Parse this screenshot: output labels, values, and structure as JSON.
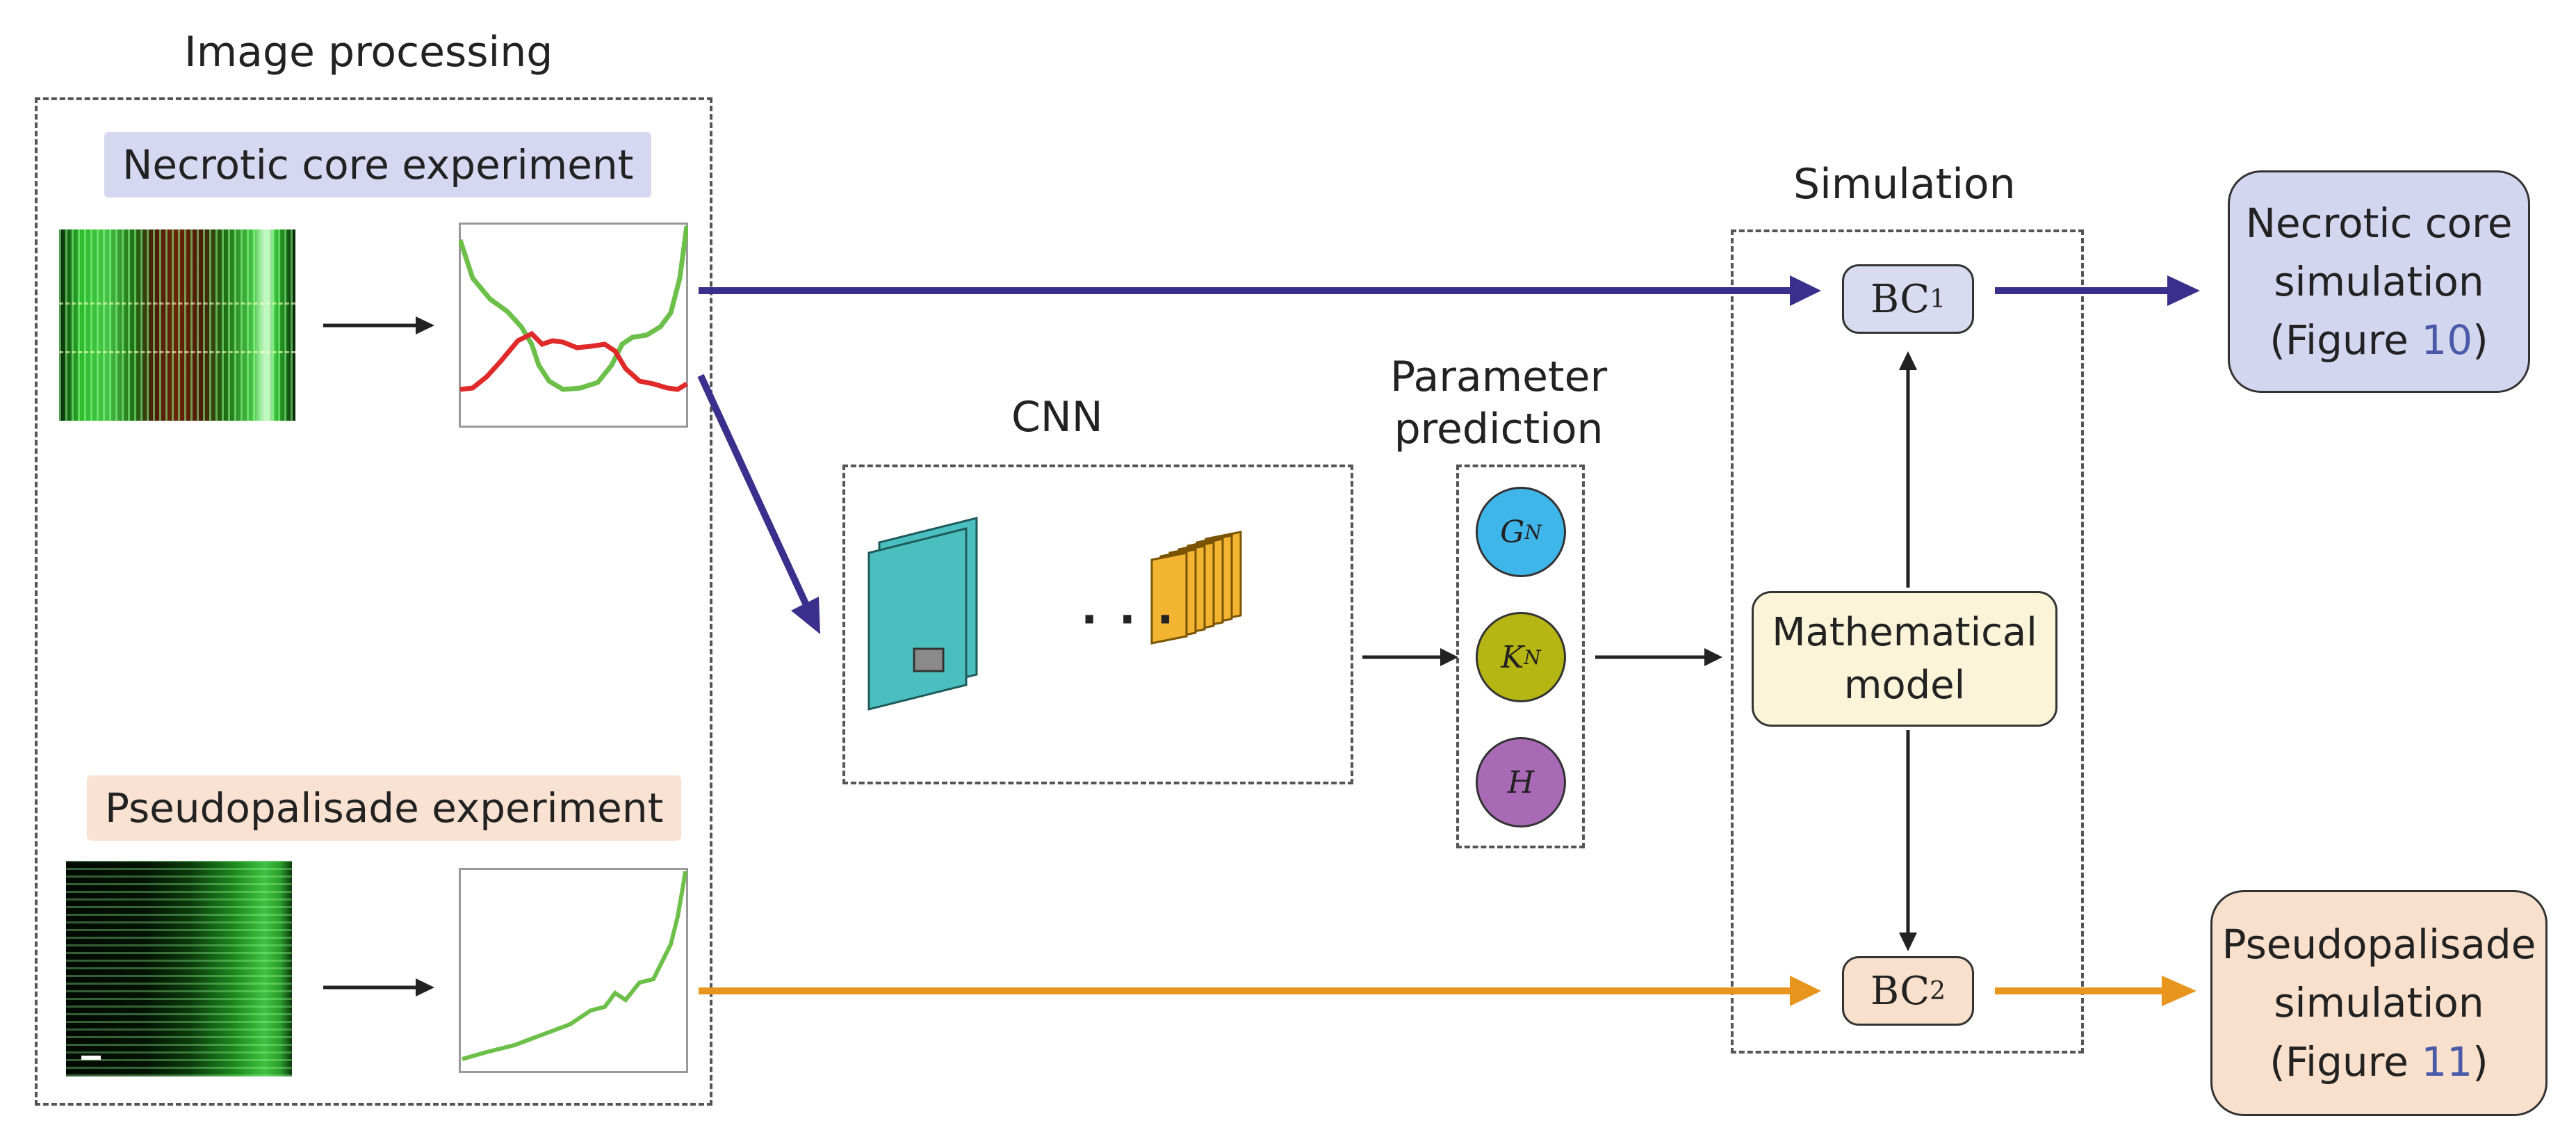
{
  "sections": {
    "image_processing": "Image processing",
    "cnn": "CNN",
    "parameter_prediction": [
      "Parameter",
      "prediction"
    ],
    "simulation": "Simulation"
  },
  "experiments": {
    "necrotic": "Necrotic core experiment",
    "pseudopalisade": "Pseudopalisade experiment"
  },
  "cnn_ellipsis": "· · ·",
  "params": [
    {
      "symbol": "G",
      "sub": "N",
      "color": "#3fb6ea"
    },
    {
      "symbol": "K",
      "sub": "N",
      "color": "#b5b514"
    },
    {
      "symbol": "H",
      "sub": "",
      "color": "#a86ab4"
    }
  ],
  "simulation": {
    "bc1": {
      "base": "BC",
      "sub": "1",
      "fill": "#d9dcf0"
    },
    "bc2": {
      "base": "BC",
      "sub": "2",
      "fill": "#f8e0cc"
    },
    "model": [
      "Mathematical",
      "model"
    ]
  },
  "outputs": {
    "necrotic": {
      "lines": [
        "Necrotic core",
        "simulation"
      ],
      "ref_prefix": "(Figure ",
      "ref_num": "10",
      "ref_suffix": ")",
      "fill": "#d3d6ef"
    },
    "pseudopalisade": {
      "lines": [
        "Pseudopalisade",
        "simulation"
      ],
      "ref_prefix": "(Figure ",
      "ref_num": "11",
      "ref_suffix": ")",
      "fill": "#f8e0cc"
    }
  },
  "colors": {
    "necrotic_arrow": "#3a2f8c",
    "pseudo_arrow": "#e8951e",
    "necrotic_tag": "#d6d7f0",
    "pseudo_tag": "#f9e2d2",
    "model_fill": "#fbf4d8",
    "cnn_layer": "#4bbfbf",
    "cnn_feature": "#f3b531"
  }
}
